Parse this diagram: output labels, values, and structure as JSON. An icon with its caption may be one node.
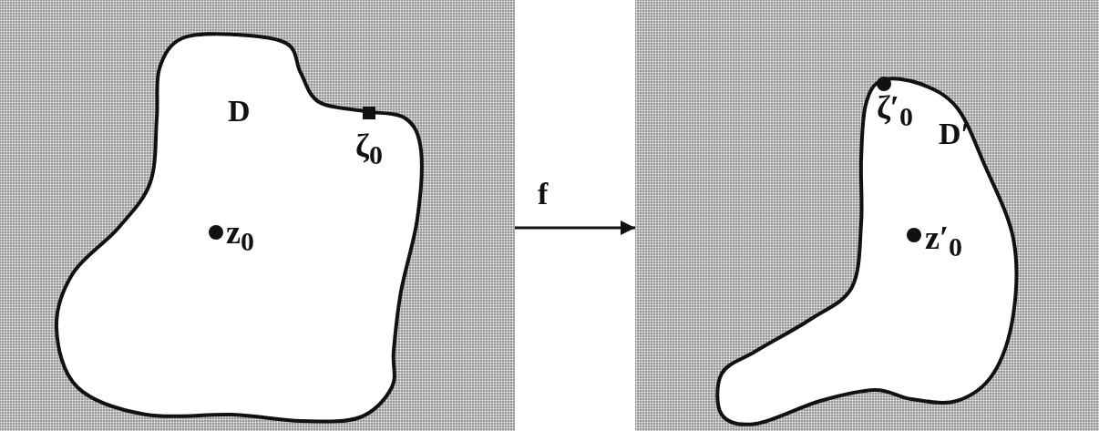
{
  "diagram": {
    "nodes": [
      {
        "text": [],
        "shape": "box"
      },
      {
        "text": [
          "D"
        ],
        "in": 0
      },
      {
        "text": [],
        "shape": "box"
      },
      {
        "text": [
          "D′"
        ],
        "in": 2
      }
    ],
    "edges": [
      {
        "from": 0,
        "to": 2,
        "arrow": "to",
        "label": "f"
      }
    ],
    "labels": [
      "ζ$_{0}$",
      "z$_{0}$",
      "ζ′$_{0}$",
      "z′$_{0}$"
    ]
  }
}
